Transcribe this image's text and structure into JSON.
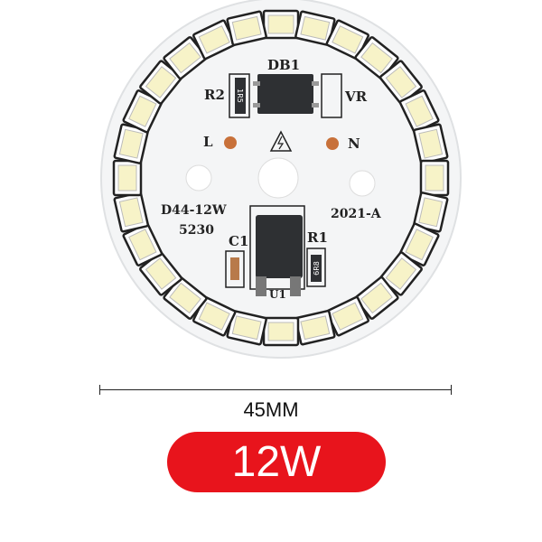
{
  "board": {
    "labels": {
      "db1": "DB1",
      "r2": "R2",
      "vr": "VR",
      "l": "L",
      "n": "N",
      "model": "D44-12W",
      "code": "5230",
      "rev": "2021-A",
      "c1": "C1",
      "r1": "R1",
      "u1": "U1",
      "r2_value": "1R5",
      "r1_value": "6R8"
    },
    "led_count": 28,
    "colors": {
      "board": "#f4f5f6",
      "led": "#f7f3c8",
      "component": "#2e3033",
      "pad": "#c8713a"
    }
  },
  "dimension_label": "45MM",
  "wattage_badge": {
    "label": "12W",
    "color": "#e8141c"
  }
}
